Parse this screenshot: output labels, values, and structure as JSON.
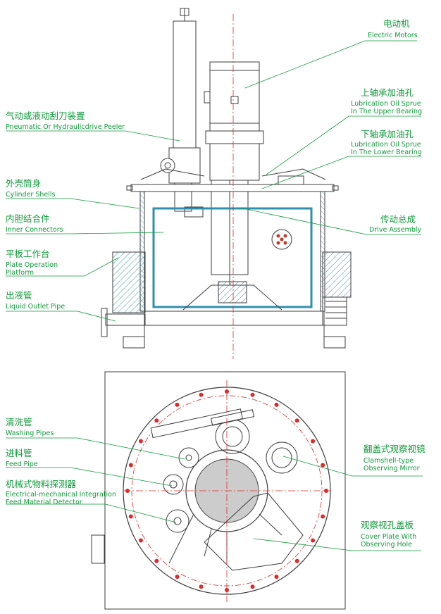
{
  "labels": {
    "electric_motors": {
      "zh": "电动机",
      "en": "Electric Motors"
    },
    "upper_sprue": {
      "zh": "上轴承加油孔",
      "en1": "Lubrication Oil Sprue",
      "en2": "In The Upper Bearing"
    },
    "lower_sprue": {
      "zh": "下轴承加油孔",
      "en1": "Lubrication Oil Sprue",
      "en2": "In The Lower Bearing"
    },
    "peeler": {
      "zh": "气动或液动刮刀装置",
      "en": "Pneumatic Or Hydraulicdrive Peeler"
    },
    "cylinder_shells": {
      "zh": "外壳筒身",
      "en": "Cylinder Shells"
    },
    "inner_connectors": {
      "zh": "内胆结合件",
      "en": "Inner Connectors"
    },
    "drive_assembly": {
      "zh": "传动总成",
      "en": "Drive Assembly"
    },
    "plate_platform": {
      "zh": "平板工作台",
      "en1": "Plate Operation",
      "en2": "Platform"
    },
    "liquid_outlet": {
      "zh": "出液管",
      "en": "Liquid Outlet Pipe"
    },
    "washing_pipes": {
      "zh": "清洗管",
      "en": "Washing Pipes"
    },
    "feed_pipe": {
      "zh": "进料管",
      "en": "Feed Pipe"
    },
    "detector": {
      "zh": "机械式物料探测器",
      "en1": "Electrical-mechanical Integration",
      "en2": "Feed Material Detector"
    },
    "clamshell_mirror": {
      "zh": "翻盖式观察视镜",
      "en1": "Clamshell-type",
      "en2": "Observing Mirror"
    },
    "cover_plate": {
      "zh": "观察视孔盖板",
      "en1": "Cover Plate With",
      "en2": "Observing Hole"
    }
  },
  "colors": {
    "leader": "#0f9a3a",
    "drawing": "#3c3c3c",
    "centerline": "#e0282a",
    "hatch": "#2f8fb0"
  }
}
